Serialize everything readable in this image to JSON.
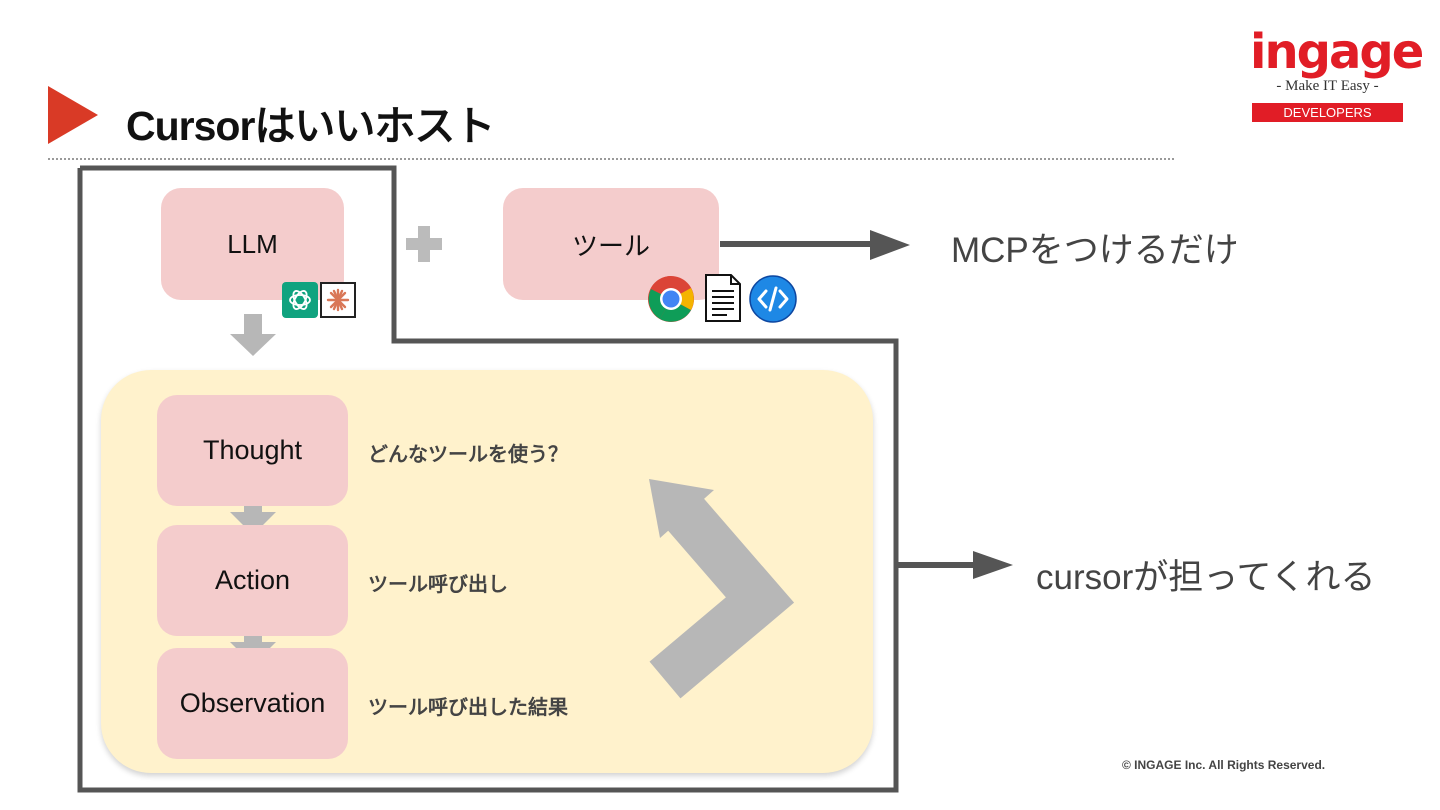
{
  "header": {
    "title": "Cursorはいいホスト"
  },
  "logo": {
    "wordmark": "ingage",
    "tagline": "- Make IT Easy -",
    "badge": "DEVELOPERS",
    "brand_color": "#e11d26"
  },
  "diagram": {
    "llm_label": "LLM",
    "tool_label": "ツール",
    "mcp_note": "MCPをつけるだけ",
    "cursor_note": "cursorが担ってくれる",
    "loop_steps": [
      {
        "label": "Thought",
        "description": "どんなツールを使う？"
      },
      {
        "label": "Action",
        "description": "ツール呼び出し"
      },
      {
        "label": "Observation",
        "description": "ツール呼び出した結果"
      }
    ],
    "llm_icons": [
      "openai-icon",
      "claude-icon"
    ],
    "tool_icons": [
      "chrome-icon",
      "document-icon",
      "code-icon"
    ],
    "colors": {
      "box_fill": "#f4cccc",
      "panel_fill": "#fff2cc",
      "arrow_gray": "#b7b7b7",
      "frame": "#555555",
      "accent_red": "#d93a26"
    }
  },
  "footer": {
    "copyright": "© INGAGE Inc. All Rights Reserved."
  }
}
